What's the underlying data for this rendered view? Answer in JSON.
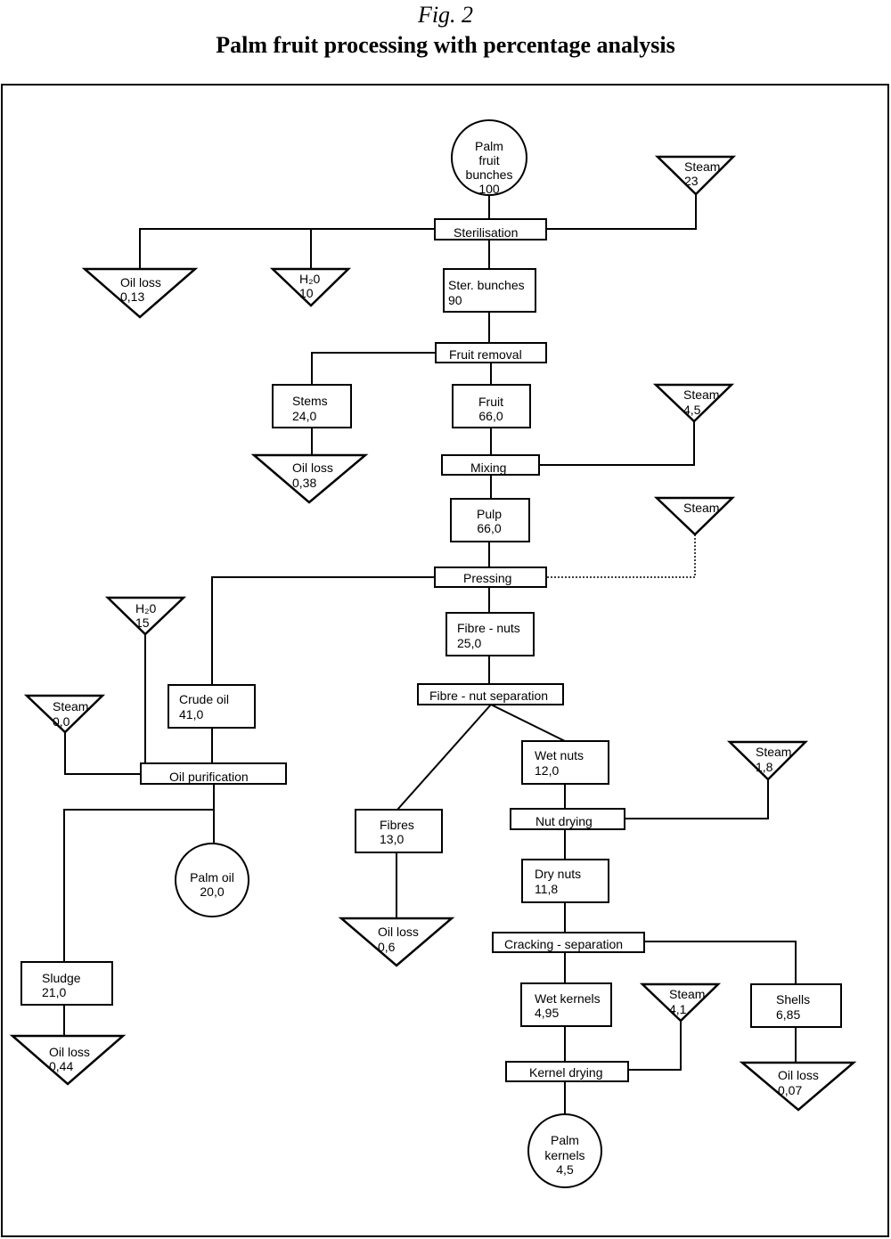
{
  "header": {
    "figure_number": "Fig. 2",
    "title": "Palm fruit processing with percentage analysis"
  },
  "nodes": {
    "palm_fruit_bunches": {
      "lines": [
        "Palm",
        "fruit",
        "bunches",
        "100"
      ],
      "shape": "circle"
    },
    "steam_sterilisation": {
      "lines": [
        "Steam",
        "23"
      ],
      "shape": "triangle"
    },
    "sterilisation": {
      "lines": [
        "Sterilisation"
      ],
      "shape": "process"
    },
    "oil_loss_sterilisation": {
      "lines": [
        "Oil loss",
        "0,13"
      ],
      "shape": "triangle"
    },
    "water_sterilisation": {
      "lines": [
        "H₂0",
        "10"
      ],
      "shape": "triangle"
    },
    "ster_bunches": {
      "lines": [
        "Ster. bunches",
        "90"
      ],
      "shape": "box"
    },
    "fruit_removal": {
      "lines": [
        "Fruit removal"
      ],
      "shape": "process"
    },
    "stems": {
      "lines": [
        "Stems",
        "24,0"
      ],
      "shape": "box"
    },
    "oil_loss_stems": {
      "lines": [
        "Oil loss",
        "0,38"
      ],
      "shape": "triangle"
    },
    "fruit": {
      "lines": [
        "Fruit",
        "66,0"
      ],
      "shape": "box"
    },
    "steam_mixing": {
      "lines": [
        "Steam",
        "4,5"
      ],
      "shape": "triangle"
    },
    "mixing": {
      "lines": [
        "Mixing"
      ],
      "shape": "process"
    },
    "pulp": {
      "lines": [
        "Pulp",
        "66,0"
      ],
      "shape": "box"
    },
    "steam_pressing": {
      "lines": [
        "Steam"
      ],
      "shape": "triangle"
    },
    "pressing": {
      "lines": [
        "Pressing"
      ],
      "shape": "process"
    },
    "fibre_nuts": {
      "lines": [
        "Fibre - nuts",
        "25,0"
      ],
      "shape": "box"
    },
    "fibre_nut_separation": {
      "lines": [
        "Fibre - nut separation"
      ],
      "shape": "process"
    },
    "water_purification": {
      "lines": [
        "H₂0",
        "15"
      ],
      "shape": "triangle"
    },
    "steam_purification": {
      "lines": [
        "Steam",
        "0,0"
      ],
      "shape": "triangle"
    },
    "crude_oil": {
      "lines": [
        "Crude oil",
        "41,0"
      ],
      "shape": "box"
    },
    "oil_purification": {
      "lines": [
        "Oil purification"
      ],
      "shape": "process"
    },
    "palm_oil": {
      "lines": [
        "Palm oil",
        "20,0"
      ],
      "shape": "circle"
    },
    "sludge": {
      "lines": [
        "Sludge",
        "21,0"
      ],
      "shape": "box"
    },
    "oil_loss_sludge": {
      "lines": [
        "Oil loss",
        "0,44"
      ],
      "shape": "triangle"
    },
    "fibres": {
      "lines": [
        "Fibres",
        "13,0"
      ],
      "shape": "box"
    },
    "oil_loss_fibres": {
      "lines": [
        "Oil loss",
        "0,6"
      ],
      "shape": "triangle"
    },
    "wet_nuts": {
      "lines": [
        "Wet nuts",
        "12,0"
      ],
      "shape": "box"
    },
    "steam_nut_drying": {
      "lines": [
        "Steam",
        "1,8"
      ],
      "shape": "triangle"
    },
    "nut_drying": {
      "lines": [
        "Nut drying"
      ],
      "shape": "process"
    },
    "dry_nuts": {
      "lines": [
        "Dry nuts",
        "11,8"
      ],
      "shape": "box"
    },
    "cracking_separation": {
      "lines": [
        "Cracking - separation"
      ],
      "shape": "process"
    },
    "wet_kernels": {
      "lines": [
        "Wet kernels",
        "4,95"
      ],
      "shape": "box"
    },
    "steam_kernel_drying": {
      "lines": [
        "Steam",
        "4,1"
      ],
      "shape": "triangle"
    },
    "shells": {
      "lines": [
        "Shells",
        "6,85"
      ],
      "shape": "box"
    },
    "oil_loss_shells": {
      "lines": [
        "Oil loss",
        "0,07"
      ],
      "shape": "triangle"
    },
    "kernel_drying": {
      "lines": [
        "Kernel drying"
      ],
      "shape": "process"
    },
    "palm_kernels": {
      "lines": [
        "Palm",
        "kernels",
        "4,5"
      ],
      "shape": "circle"
    }
  },
  "edges": [
    {
      "from": "palm_fruit_bunches",
      "to": "sterilisation"
    },
    {
      "from": "steam_sterilisation",
      "to": "sterilisation"
    },
    {
      "from": "sterilisation",
      "to": "oil_loss_sterilisation"
    },
    {
      "from": "sterilisation",
      "to": "water_sterilisation"
    },
    {
      "from": "sterilisation",
      "to": "ster_bunches"
    },
    {
      "from": "ster_bunches",
      "to": "fruit_removal"
    },
    {
      "from": "fruit_removal",
      "to": "stems"
    },
    {
      "from": "stems",
      "to": "oil_loss_stems"
    },
    {
      "from": "fruit_removal",
      "to": "fruit"
    },
    {
      "from": "fruit",
      "to": "mixing"
    },
    {
      "from": "steam_mixing",
      "to": "mixing"
    },
    {
      "from": "mixing",
      "to": "pulp"
    },
    {
      "from": "pulp",
      "to": "pressing"
    },
    {
      "from": "steam_pressing",
      "to": "pressing",
      "style": "dotted"
    },
    {
      "from": "pressing",
      "to": "crude_oil"
    },
    {
      "from": "pressing",
      "to": "fibre_nuts"
    },
    {
      "from": "fibre_nuts",
      "to": "fibre_nut_separation"
    },
    {
      "from": "crude_oil",
      "to": "oil_purification"
    },
    {
      "from": "water_purification",
      "to": "oil_purification"
    },
    {
      "from": "steam_purification",
      "to": "oil_purification"
    },
    {
      "from": "oil_purification",
      "to": "palm_oil"
    },
    {
      "from": "oil_purification",
      "to": "sludge"
    },
    {
      "from": "sludge",
      "to": "oil_loss_sludge"
    },
    {
      "from": "fibre_nut_separation",
      "to": "fibres"
    },
    {
      "from": "fibres",
      "to": "oil_loss_fibres"
    },
    {
      "from": "fibre_nut_separation",
      "to": "wet_nuts"
    },
    {
      "from": "wet_nuts",
      "to": "nut_drying"
    },
    {
      "from": "steam_nut_drying",
      "to": "nut_drying"
    },
    {
      "from": "nut_drying",
      "to": "dry_nuts"
    },
    {
      "from": "dry_nuts",
      "to": "cracking_separation"
    },
    {
      "from": "cracking_separation",
      "to": "wet_kernels"
    },
    {
      "from": "cracking_separation",
      "to": "shells"
    },
    {
      "from": "shells",
      "to": "oil_loss_shells"
    },
    {
      "from": "wet_kernels",
      "to": "kernel_drying"
    },
    {
      "from": "steam_kernel_drying",
      "to": "kernel_drying"
    },
    {
      "from": "kernel_drying",
      "to": "palm_kernels"
    }
  ]
}
